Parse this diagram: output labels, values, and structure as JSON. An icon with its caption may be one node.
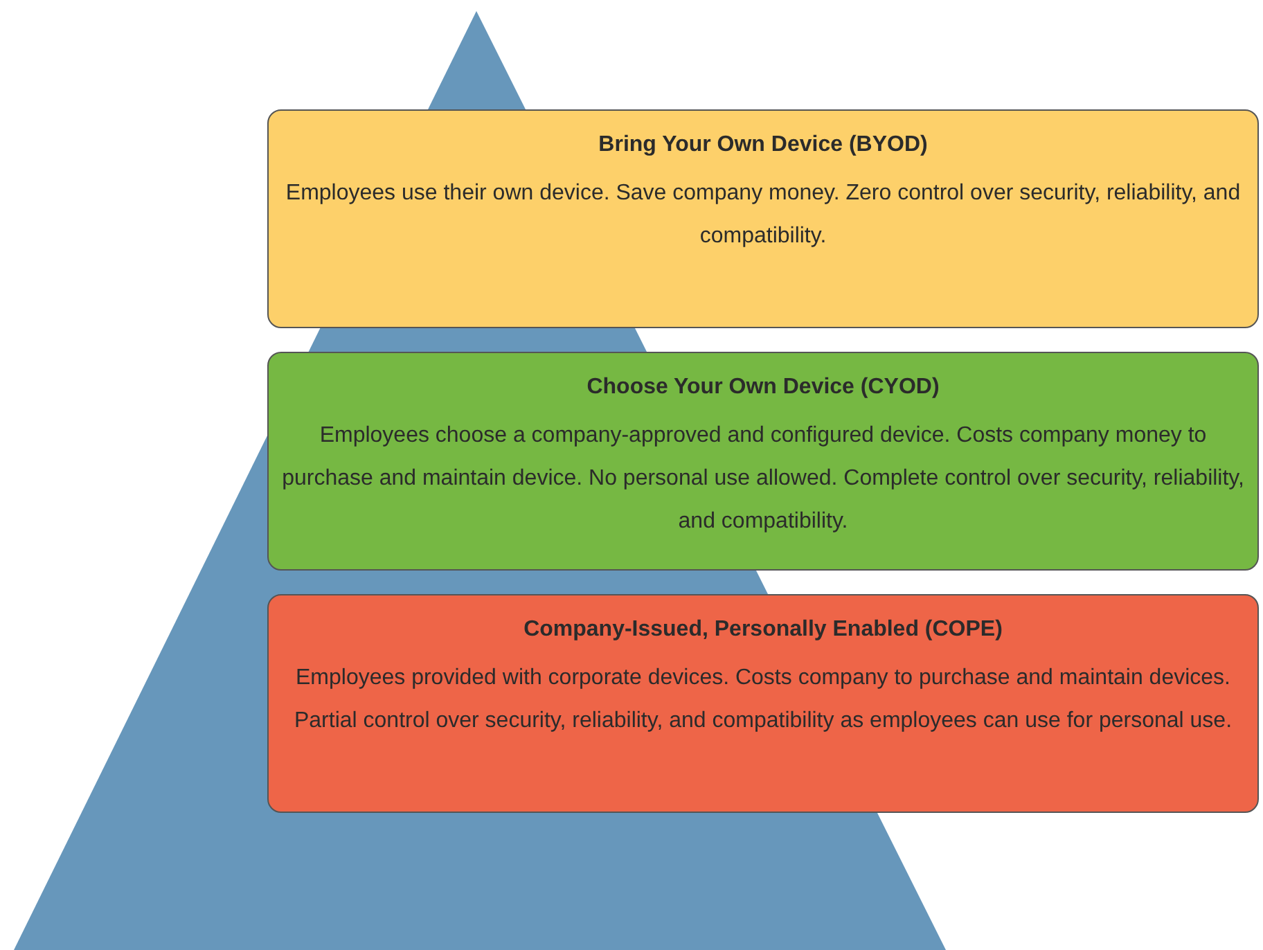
{
  "diagram": {
    "nodes": [
      {
        "text": [
          "Bring Your Own Device (BYOD)",
          "Employees use their own device. Save company money. Zero control over security, reliability, and compatibility."
        ]
      },
      {
        "text": [
          "Choose Your Own Device (CYOD)",
          "Employees choose a company-approved and configured device. Costs company money to purchase and maintain device. No personal use allowed. Complete control over security, reliability, and compatibility."
        ]
      },
      {
        "text": [
          "Company-Issued, Personally Enabled (COPE)",
          "Employees provided with corporate devices. Costs company to purchase and maintain devices. Partial control over security, reliability, and compatibility as employees can use for personal use."
        ]
      }
    ]
  }
}
